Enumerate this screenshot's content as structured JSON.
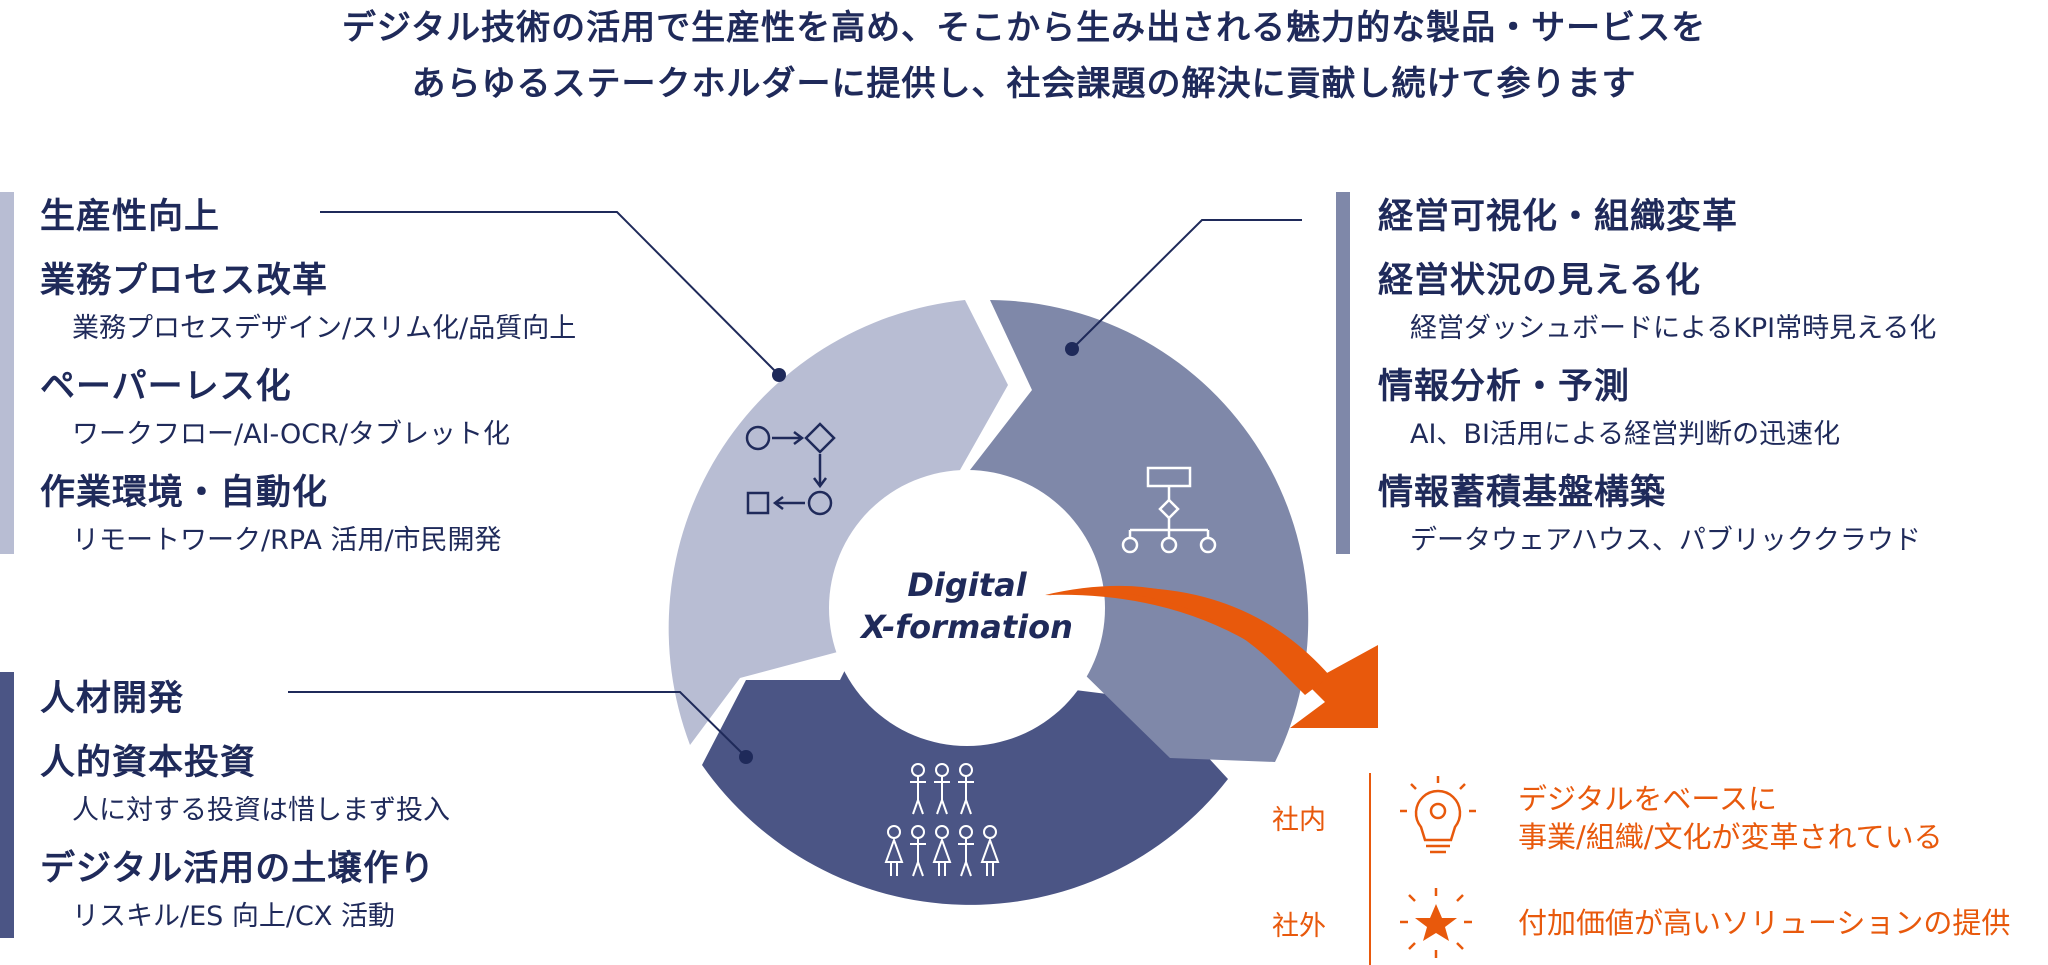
{
  "headline": {
    "line1": "デジタル技術の活用で生産性を高め、そこから生み出される魅力的な製品・サービスを",
    "line2": "あらゆるステークホルダーに提供し、社会課題の解決に貢献し続けて参ります"
  },
  "left_top": {
    "heading": "生産性向上",
    "items": [
      {
        "title": "業務プロセス改革",
        "sub": "業務プロセスデザイン/スリム化/品質向上"
      },
      {
        "title": "ペーパーレス化",
        "sub": "ワークフロー/AI-OCR/タブレット化"
      },
      {
        "title": "作業環境・自動化",
        "sub": "リモートワーク/RPA 活用/市民開発"
      }
    ]
  },
  "right_top": {
    "heading": "経営可視化・組織変革",
    "items": [
      {
        "title": "経営状況の見える化",
        "sub": "経営ダッシュボードによるKPI常時見える化"
      },
      {
        "title": "情報分析・予測",
        "sub": "AI、BI活用による経営判断の迅速化"
      },
      {
        "title": "情報蓄積基盤構築",
        "sub": "データウェアハウス、パブリッククラウド"
      }
    ]
  },
  "left_bottom": {
    "heading": "人材開発",
    "items": [
      {
        "title": "人的資本投資",
        "sub": "人に対する投資は惜しまず投入"
      },
      {
        "title": "デジタル活用の土壌作り",
        "sub": "リスキル/ES 向上/CX 活動"
      }
    ]
  },
  "center": {
    "line1": "Digital",
    "line2": "X-formation"
  },
  "outcomes": [
    {
      "label": "社内",
      "icon": "lightbulb-gear-icon",
      "lines": [
        "デジタルをベースに",
        "事業/組織/文化が変革されている"
      ]
    },
    {
      "label": "社外",
      "icon": "star-burst-icon",
      "lines": [
        "付加価値が高いソリューションの提供"
      ]
    }
  ],
  "colors": {
    "navy_text": "#1f2a5a",
    "segment_light": "#b8bdd3",
    "segment_mid": "#7f88a9",
    "segment_dark": "#4b5585",
    "accent_orange": "#e8590c"
  }
}
